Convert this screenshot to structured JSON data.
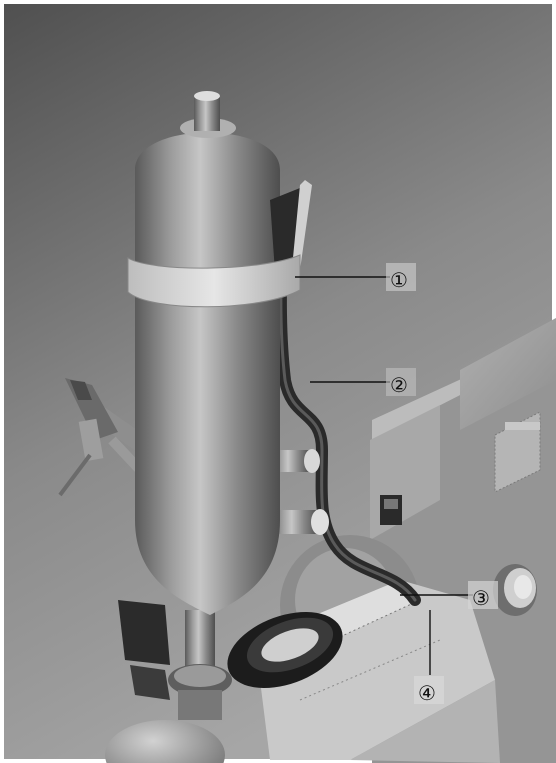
{
  "callouts": [
    {
      "id": 1,
      "label": "①"
    },
    {
      "id": 2,
      "label": "②"
    },
    {
      "id": 3,
      "label": "③"
    },
    {
      "id": 4,
      "label": "④"
    }
  ],
  "colors": {
    "background_gradient_top": "#4f4f4f",
    "background_gradient_bottom": "#a9a9a9",
    "vessel_metal": "#8e8e8e",
    "hose": "#333333",
    "device_body": "#9a9a9a",
    "clamp": "#d8d8d8"
  }
}
